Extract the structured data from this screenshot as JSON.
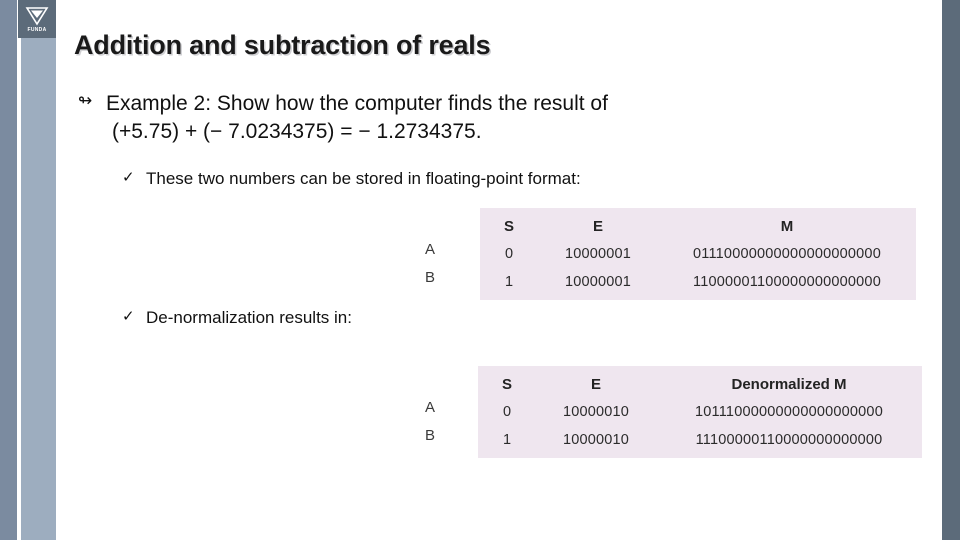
{
  "slide": {
    "title": "Addition and subtraction of reals",
    "logo": {
      "name": "funda-logo",
      "caption": "FUNDA"
    },
    "bullets": {
      "main": {
        "marker": "↬",
        "line1": "Example 2:  Show how the computer finds the result of",
        "line2": "(+5.75) + (− 7.0234375) = − 1.2734375."
      },
      "sub1": {
        "marker": "✓",
        "text": "These two numbers can be stored in floating-point format:"
      },
      "sub2": {
        "marker": "✓",
        "text": "De-normalization results in:"
      }
    },
    "tables": [
      {
        "id": "floating-point-format",
        "row_labels": [
          "A",
          "B"
        ],
        "headers": [
          "S",
          "E",
          "M"
        ],
        "rows": [
          [
            "0",
            "10000001",
            "01110000000000000000000"
          ],
          [
            "1",
            "10000001",
            "11000001100000000000000"
          ]
        ]
      },
      {
        "id": "denormalized",
        "row_labels": [
          "A",
          "B"
        ],
        "headers": [
          "S",
          "E",
          "Denormalized M"
        ],
        "rows": [
          [
            "0",
            "10000010",
            "10111000000000000000000"
          ],
          [
            "1",
            "10000010",
            "11100000110000000000000"
          ]
        ]
      }
    ],
    "colors": {
      "stripe_dark": "#7b8ba0",
      "stripe_light": "#9dadbf",
      "stripe_right": "#5c6b7a",
      "table_bg": "#efe6ef",
      "text": "#111111"
    }
  }
}
